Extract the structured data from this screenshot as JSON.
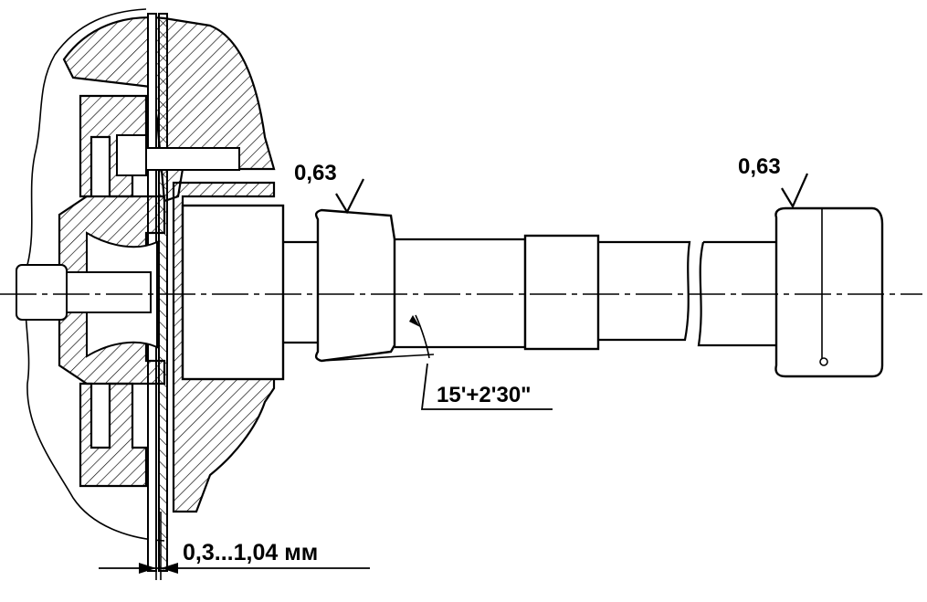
{
  "annotations": {
    "roughness_left": "0,63",
    "roughness_right": "0,63",
    "taper_angle": "15'+2'30\"",
    "axial_clearance": "0,3...1,04 мм"
  },
  "colors": {
    "ink": "#000000",
    "paper": "#ffffff"
  }
}
